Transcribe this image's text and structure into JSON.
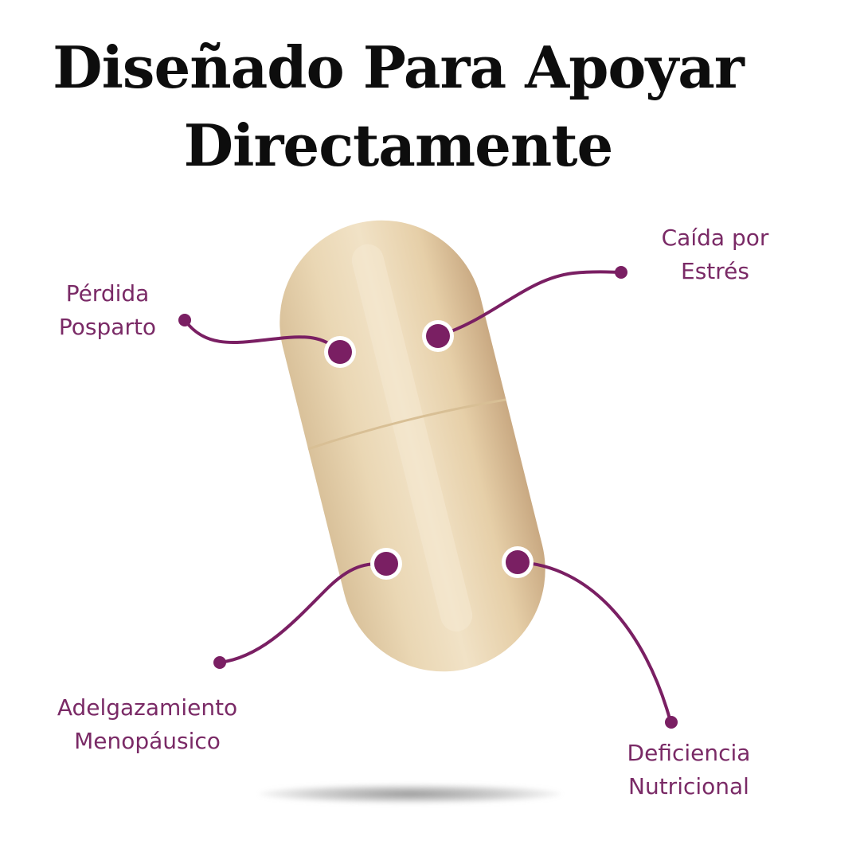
{
  "title": {
    "line1": "Diseñado Para Apoyar",
    "line2": "Directamente"
  },
  "colors": {
    "accent": "#7a1f63",
    "label_text": "#7a2a66",
    "capsule": "#e8d3ad",
    "title_text": "#0d0d0d"
  },
  "callouts": [
    {
      "id": "posparto",
      "line1": "Pérdida",
      "line2": "Posparto"
    },
    {
      "id": "estres",
      "line1": "Caída por",
      "line2": "Estrés"
    },
    {
      "id": "menopausico",
      "line1": "Adelgazamiento",
      "line2": "Menopáusico"
    },
    {
      "id": "nutricional",
      "line1": "Deficiencia",
      "line2": "Nutricional"
    }
  ]
}
